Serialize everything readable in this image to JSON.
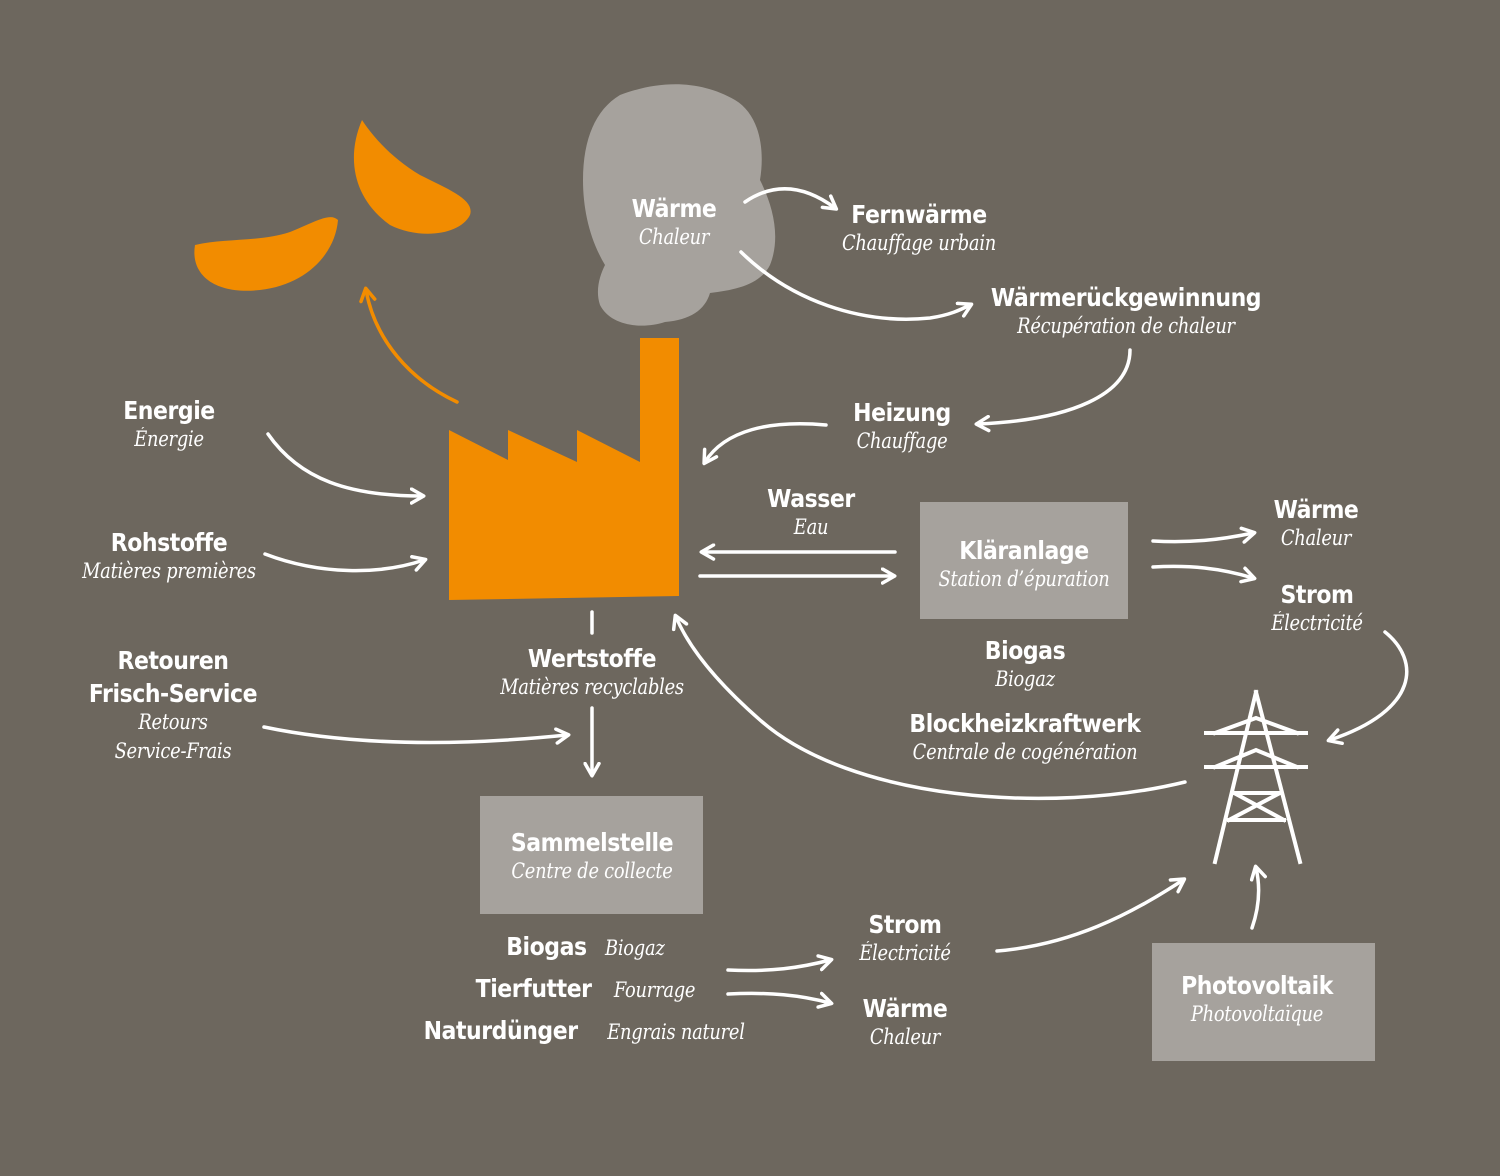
{
  "colors": {
    "background": "#6d675e",
    "factory": "#f28c00",
    "cloud": "#a6a29d",
    "box": "#a6a29d",
    "text": "#ffffff",
    "arrow": "#ffffff",
    "emission_arrow": "#f28c00"
  },
  "icons": {
    "factory": "factory-icon",
    "smoke_cloud": "cloud-icon",
    "leaves": "leaf-icon",
    "pylon": "power-pylon-icon"
  },
  "nodes": {
    "cloud_heat": {
      "de": "Wärme",
      "fr": "Chaleur"
    },
    "district_heating": {
      "de": "Fernwärme",
      "fr": "Chauffage urbain"
    },
    "heat_recovery": {
      "de": "Wärmerückgewinnung",
      "fr": "Récupération de chaleur"
    },
    "heating": {
      "de": "Heizung",
      "fr": "Chauffage"
    },
    "energy": {
      "de": "Energie",
      "fr": "Énergie"
    },
    "raw_materials": {
      "de": "Rohstoffe",
      "fr": "Matières premières"
    },
    "returns": {
      "de1": "Retouren",
      "de2": "Frisch-Service",
      "fr1": "Retours",
      "fr2": "Service-Frais"
    },
    "water": {
      "de": "Wasser",
      "fr": "Eau"
    },
    "treatment_plant": {
      "de": "Kläranlage",
      "fr": "Station d’épuration"
    },
    "plant_heat": {
      "de": "Wärme",
      "fr": "Chaleur"
    },
    "plant_power": {
      "de": "Strom",
      "fr": "Électricité"
    },
    "biogas_mid": {
      "de": "Biogas",
      "fr": "Biogaz"
    },
    "chp": {
      "de": "Blockheizkraftwerk",
      "fr": "Centrale de cogénération"
    },
    "recyclables": {
      "de": "Wertstoffe",
      "fr": "Matières recyclables"
    },
    "collection_point": {
      "de": "Sammelstelle",
      "fr": "Centre de collecte"
    },
    "outputs": [
      {
        "de": "Biogas",
        "fr": "Biogaz"
      },
      {
        "de": "Tierfutter",
        "fr": "Fourrage"
      },
      {
        "de": "Naturdünger",
        "fr": "Engrais naturel"
      }
    ],
    "bottom_power": {
      "de": "Strom",
      "fr": "Électricité"
    },
    "bottom_heat": {
      "de": "Wärme",
      "fr": "Chaleur"
    },
    "photovoltaic": {
      "de": "Photovoltaik",
      "fr": "Photovoltaïque"
    }
  }
}
